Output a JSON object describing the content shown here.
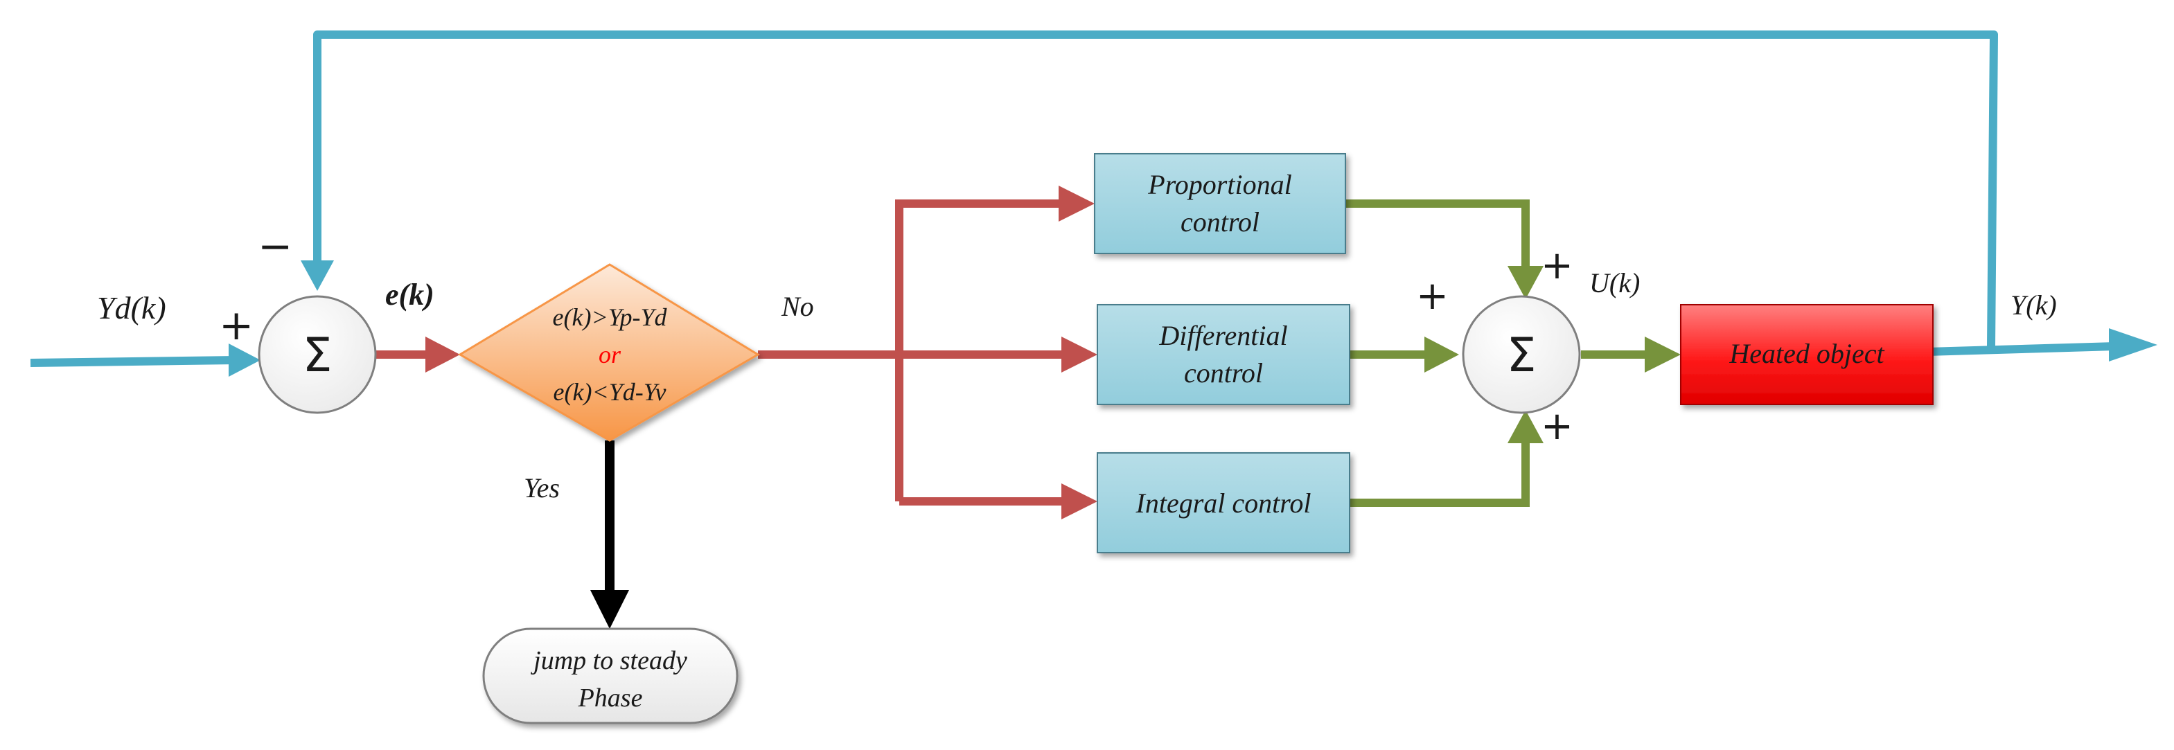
{
  "colors": {
    "feedback_line": "#4bacc6",
    "error_path": "#c0504d",
    "sum_path": "#77933c",
    "decision_fill_top": "#fde9d9",
    "decision_fill_bottom": "#f79646",
    "controller_fill": "#92cddc",
    "plant_fill": "#ff0000",
    "terminal_fill": "#f2f2f2",
    "or_text": "#ff0000"
  },
  "inputs": {
    "setpoint": "Yd(k)",
    "error": "e(k)",
    "control": "U(k)",
    "output": "Y(k)"
  },
  "signs": {
    "input_plus": "+",
    "feedback_minus": "−",
    "proportional_plus": "+",
    "differential_plus": "+",
    "integral_plus": "+"
  },
  "summing_symbol": "Σ",
  "decision": {
    "line1": "e(k)>Yp-Yd",
    "connector": "or",
    "line2": "e(k)<Yd-Yv",
    "no_label": "No",
    "yes_label": "Yes"
  },
  "terminal": {
    "line1": "jump to steady",
    "line2": "Phase"
  },
  "controllers": {
    "proportional": {
      "line1": "Proportional",
      "line2": "control"
    },
    "differential": {
      "line1": "Differential",
      "line2": "control"
    },
    "integral": {
      "line1": "Integral control"
    }
  },
  "plant": {
    "label": "Heated object"
  }
}
